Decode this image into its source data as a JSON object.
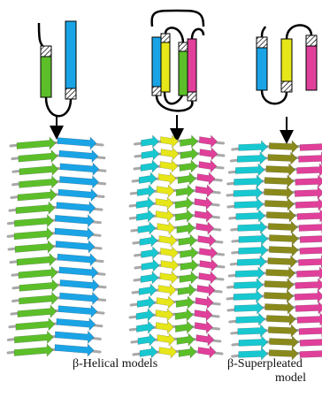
{
  "figure": {
    "captions": {
      "helical": "β-Helical models",
      "superpleated_line1": "β-Superpleated",
      "superpleated_line2": "model"
    }
  },
  "colors": {
    "green": "#5cbf2a",
    "blue": "#1aa4e6",
    "yellow": "#e6e619",
    "magenta": "#e0409a",
    "cyan": "#18c8d0",
    "olive": "#8a8a1c",
    "loop": "#a8a8a8",
    "black": "#000000"
  },
  "panels": [
    {
      "id": "panel-helical-2strand",
      "topology": [
        "green",
        "blue"
      ],
      "ribbon": [
        "green",
        "blue"
      ],
      "rungs": 17
    },
    {
      "id": "panel-helical-4strand",
      "topology": [
        "cyan",
        "yellow",
        "green",
        "magenta"
      ],
      "ribbon": [
        "cyan",
        "yellow",
        "green",
        "magenta"
      ],
      "rungs": 18
    },
    {
      "id": "panel-superpleated",
      "topology": [
        "blue",
        "yellow",
        "magenta"
      ],
      "ribbon": [
        "cyan",
        "olive",
        "magenta"
      ],
      "rungs": 19
    }
  ]
}
